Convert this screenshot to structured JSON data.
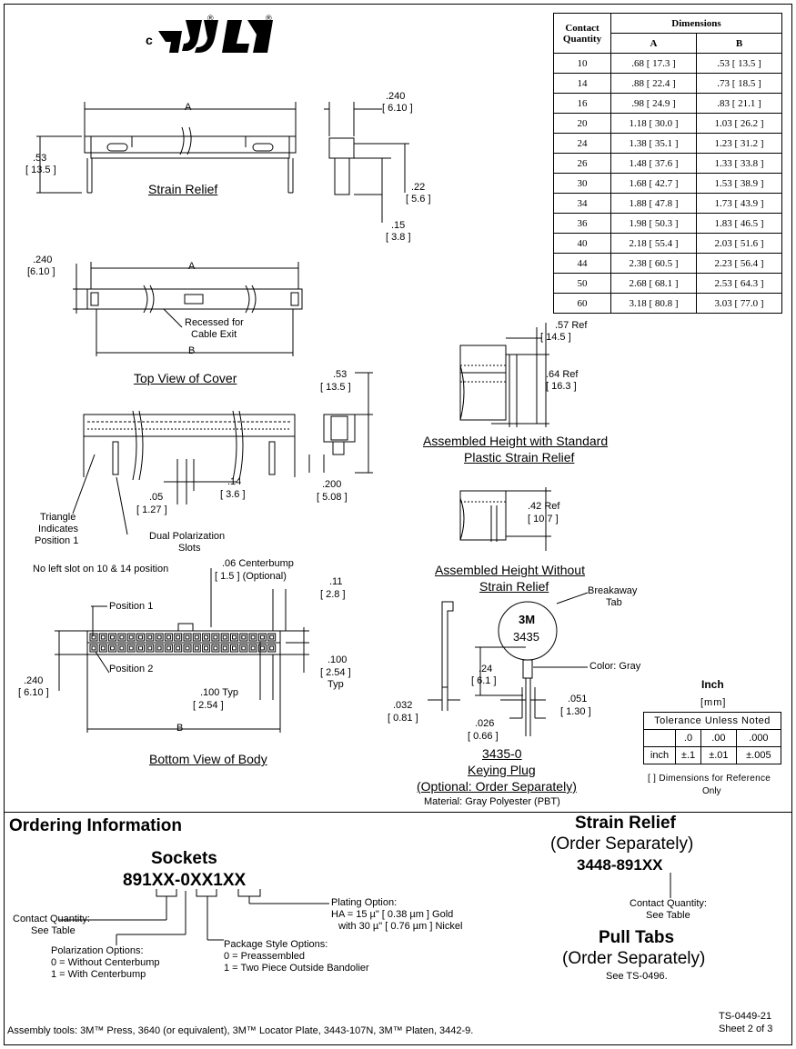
{
  "logo": {
    "c_mark": "c",
    "registered_symbol": "®"
  },
  "dimension_table": {
    "header_quantity": "Contact Quantity",
    "header_dimensions": "Dimensions",
    "col_a": "A",
    "col_b": "B",
    "rows": [
      {
        "qty": "10",
        "a": ".68 [ 17.3 ]",
        "b": ".53 [ 13.5 ]"
      },
      {
        "qty": "14",
        "a": ".88 [ 22.4 ]",
        "b": ".73 [ 18.5 ]"
      },
      {
        "qty": "16",
        "a": ".98 [ 24.9 ]",
        "b": ".83 [ 21.1 ]"
      },
      {
        "qty": "20",
        "a": "1.18 [ 30.0 ]",
        "b": "1.03 [ 26.2 ]"
      },
      {
        "qty": "24",
        "a": "1.38 [ 35.1 ]",
        "b": "1.23 [ 31.2 ]"
      },
      {
        "qty": "26",
        "a": "1.48 [ 37.6 ]",
        "b": "1.33 [ 33.8 ]"
      },
      {
        "qty": "30",
        "a": "1.68 [ 42.7 ]",
        "b": "1.53 [ 38.9 ]"
      },
      {
        "qty": "34",
        "a": "1.88 [ 47.8 ]",
        "b": "1.73 [ 43.9 ]"
      },
      {
        "qty": "36",
        "a": "1.98 [ 50.3 ]",
        "b": "1.83 [ 46.5 ]"
      },
      {
        "qty": "40",
        "a": "2.18 [ 55.4 ]",
        "b": "2.03 [ 51.6 ]"
      },
      {
        "qty": "44",
        "a": "2.38 [ 60.5 ]",
        "b": "2.23 [ 56.4 ]"
      },
      {
        "qty": "50",
        "a": "2.68 [ 68.1 ]",
        "b": "2.53 [ 64.3 ]"
      },
      {
        "qty": "60",
        "a": "3.18 [ 80.8 ]",
        "b": "3.03 [ 77.0 ]"
      }
    ]
  },
  "strain_relief_view": {
    "dim_a": "A",
    "height_in": ".53",
    "height_mm": "[ 13.5 ]",
    "title": "Strain Relief",
    "side_width_in": ".240",
    "side_width_mm": "[ 6.10 ]",
    "dim_22_in": ".22",
    "dim_22_mm": "[ 5.6 ]",
    "dim_15_in": ".15",
    "dim_15_mm": "[ 3.8 ]"
  },
  "top_cover_view": {
    "width_in": ".240",
    "width_mm": "[6.10 ]",
    "dim_a": "A",
    "dim_b": "B",
    "note_recessed": "Recessed for",
    "note_cable_exit": "Cable Exit",
    "title": "Top View of Cover"
  },
  "side_view": {
    "height_in": ".53",
    "height_mm": "[ 13.5 ]",
    "pitch_in": ".14",
    "pitch_mm": "[ 3.6 ]",
    "slot_in": ".05",
    "slot_mm": "[ 1.27 ]",
    "row_in": ".200",
    "row_mm": "[ 5.08 ]",
    "triangle_line1": "Triangle",
    "triangle_line2": "Indicates",
    "triangle_line3": "Position 1",
    "dual_pol_line1": "Dual Polarization",
    "dual_pol_line2": "Slots",
    "no_left_slot": "No left slot on 10 & 14 position"
  },
  "assembled_std": {
    "ref1_in": ".57 Ref",
    "ref1_mm": "[ 14.5 ]",
    "ref2_in": ".64 Ref",
    "ref2_mm": "[ 16.3 ]",
    "title_line1": "Assembled Height with Standard",
    "title_line2": "Plastic Strain Relief"
  },
  "assembled_without": {
    "ref_in": ".42 Ref",
    "ref_mm": "[ 10.7 ]",
    "title_line1": "Assembled Height Without",
    "title_line2": "Strain Relief"
  },
  "bottom_view": {
    "centerbump_line1": ".06 Centerbump",
    "centerbump_line2": "[ 1.5 ] (Optional)",
    "dim_11_in": ".11",
    "dim_11_mm": "[ 2.8 ]",
    "position1": "Position 1",
    "position2": "Position 2",
    "width_in": ".240",
    "width_mm": "[ 6.10 ]",
    "pitch_in": ".100",
    "pitch_mm": "[ 2.54 ]",
    "pitch_typ": "Typ",
    "typ_pitch_in": ".100 Typ",
    "typ_pitch_mm": "[ 2.54 ]",
    "dim_b": "B",
    "title": "Bottom View of Body"
  },
  "keying_plug": {
    "breakaway_line1": "Breakaway",
    "breakaway_line2": "Tab",
    "plug_logo": "3M",
    "plug_number": "3435",
    "color_note": "Color: Gray",
    "dim_24_in": ".24",
    "dim_24_mm": "[ 6.1 ]",
    "dim_032_in": ".032",
    "dim_032_mm": "[ 0.81 ]",
    "dim_051_in": ".051",
    "dim_051_mm": "[ 1.30 ]",
    "dim_026_in": ".026",
    "dim_026_mm": "[ 0.66 ]",
    "part_number": "3435-0",
    "title": "Keying Plug",
    "optional": "(Optional: Order Separately)",
    "material": "Material: Gray Polyester (PBT)"
  },
  "tolerance": {
    "unit_inch": "Inch",
    "unit_mm": "[mm]",
    "header": "Tolerance Unless Noted",
    "cols": [
      ".0",
      ".00",
      ".000"
    ],
    "row_label": "inch",
    "values": [
      "±.1",
      "±.01",
      "±.005"
    ],
    "note_line1": "[ ] Dimensions for Reference",
    "note_line2": "Only"
  },
  "ordering": {
    "title": "Ordering Information",
    "sockets_title": "Sockets",
    "part_number": "891XX-0XX1XX",
    "contact_qty_line1": "Contact Quantity:",
    "contact_qty_line2": "See Table",
    "polarization_title": "Polarization Options:",
    "polarization_0": "0 = Without Centerbump",
    "polarization_1": "1 = With Centerbump",
    "package_title": "Package Style Options:",
    "package_0": "0 = Preassembled",
    "package_1": "1 = Two Piece Outside Bandolier",
    "plating_title": "Plating Option:",
    "plating_line1": "HA = 15 µ\"  [ 0.38 µm ] Gold",
    "plating_line2": "with 30 µ\"  [ 0.76 µm ] Nickel"
  },
  "strain_relief_order": {
    "title": "Strain Relief",
    "subtitle": "(Order Separately)",
    "part_number": "3448-891XX",
    "contact_qty_line1": "Contact Quantity:",
    "contact_qty_line2": "See Table"
  },
  "pull_tabs": {
    "title": "Pull Tabs",
    "subtitle": "(Order Separately)",
    "see": "See TS-0496."
  },
  "footer": {
    "assembly_tools": "Assembly tools:  3M™ Press, 3640 (or equivalent), 3M™ Locator Plate, 3443-107N, 3M™ Platen, 3442-9.",
    "doc_number": "TS-0449-21",
    "sheet": "Sheet 2 of 3"
  }
}
